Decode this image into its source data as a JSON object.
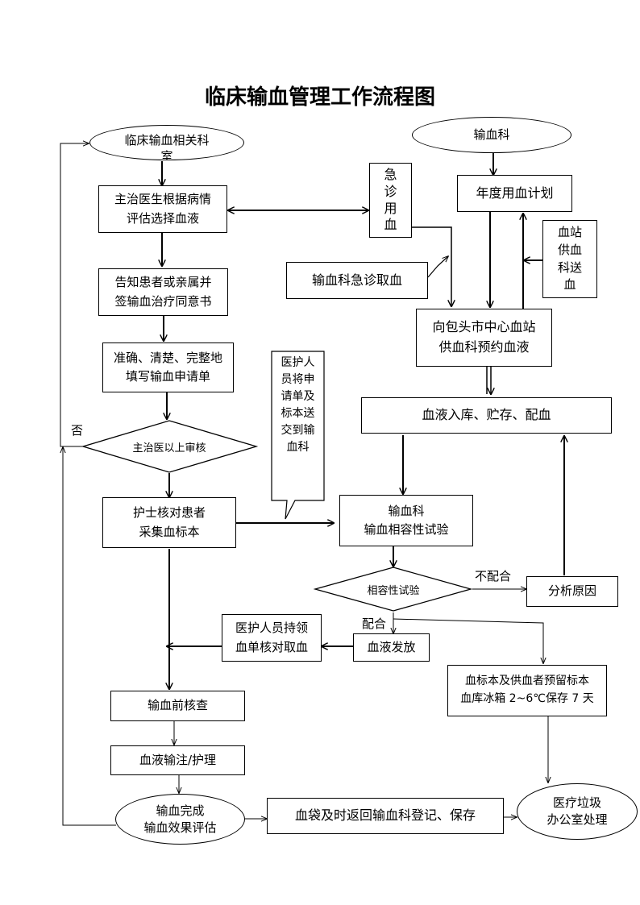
{
  "title": "临床输血管理工作流程图",
  "nodes": {
    "dept_oval": "临床输血相关科\n室",
    "blood_dept_oval": "输血科",
    "doctor_eval": "主治医生根据病情\n评估选择血液",
    "emergency": "急\n诊\n用\n血",
    "annual_plan": "年度用血计划",
    "station_supply": "血站\n供血\n科送\n血",
    "inform_consent": "告知患者或亲属并\n签输血治疗同意书",
    "emergency_fetch": "输血科急诊取血",
    "order_blood": "向包头市中心血站\n供血科预约血液",
    "fill_request": "准确、清楚、完整地\n填写输血申请单",
    "staff_note": "医护人\n员将申\n请单及\n标本送\n交到输\n血科",
    "storage": "血液入库、贮存、配血",
    "review_diamond": "主治医以上审核",
    "nurse_check": "护士核对患者\n采集血标本",
    "compat_test": "输血科\n输血相容性试验",
    "compat_diamond": "相容性试验",
    "analyze": "分析原因",
    "staff_fetch": "医护人员持领\n血单核对取血",
    "release": "血液发放",
    "sample_keep": "血标本及供血者预留标本\n血库冰箱 2~6℃保存 7 天",
    "pre_check": "输血前核查",
    "infusion": "血液输注/护理",
    "complete_oval": "输血完成\n输血效果评估",
    "bag_return": "血袋及时返回输血科登记、保存",
    "waste_oval": "医疗垃圾\n办公室处理"
  },
  "labels": {
    "no": "否",
    "mismatch": "不配合",
    "match": "配合"
  }
}
